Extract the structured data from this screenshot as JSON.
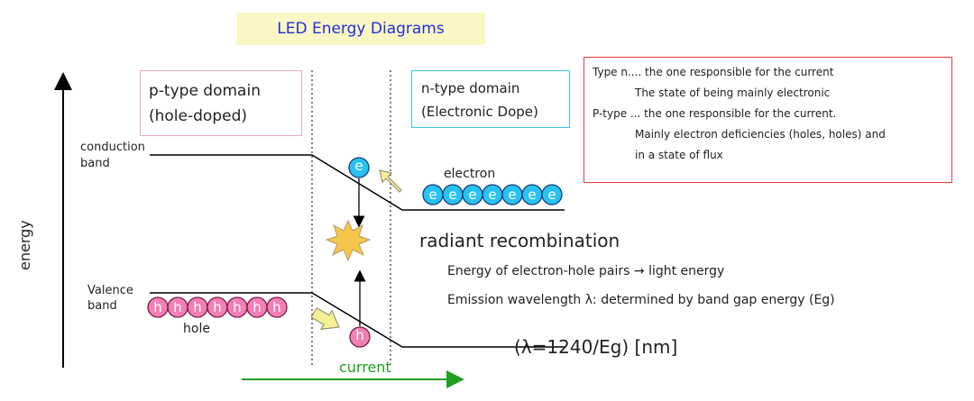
{
  "title": "LED Energy Diagrams",
  "p_domain": {
    "line1": "p-type domain",
    "line2": "(hole-doped)"
  },
  "n_domain": {
    "line1": "n-type domain",
    "line2": "(Electronic Dope)"
  },
  "notes": {
    "line1": "Type n.... the one responsible for the current",
    "line2": "The state of being mainly electronic",
    "line3": "P-type ... the one responsible for the current.",
    "line4": "Mainly electron deficiencies (holes, holes) and",
    "line5": "in a state of flux"
  },
  "labels": {
    "conduction_band_1": "conduction",
    "conduction_band_2": "band",
    "valence_band_1": "Valence",
    "valence_band_2": "band",
    "electron": "electron",
    "hole": "hole",
    "energy": "energy",
    "current": "current",
    "electron_symbol": "e",
    "hole_symbol": "h"
  },
  "recombination": {
    "heading": "radiant recombination",
    "line1": "Energy of electron-hole pairs → light energy",
    "line2": "Emission wavelength λ: determined by band gap energy (Eg)",
    "formula": "(λ=1240/Eg) [nm]"
  },
  "colors": {
    "title_text": "#1f2fd6",
    "title_bg": "#fbf7c5",
    "p_box_border": "#f0a6c8",
    "n_box_border": "#3fc6f0",
    "note_border": "#e8383d",
    "electron_fill": "#28c3f0",
    "hole_fill": "#f27fb5",
    "arrow_fill": "#f5f096",
    "current_green": "#22a022"
  }
}
